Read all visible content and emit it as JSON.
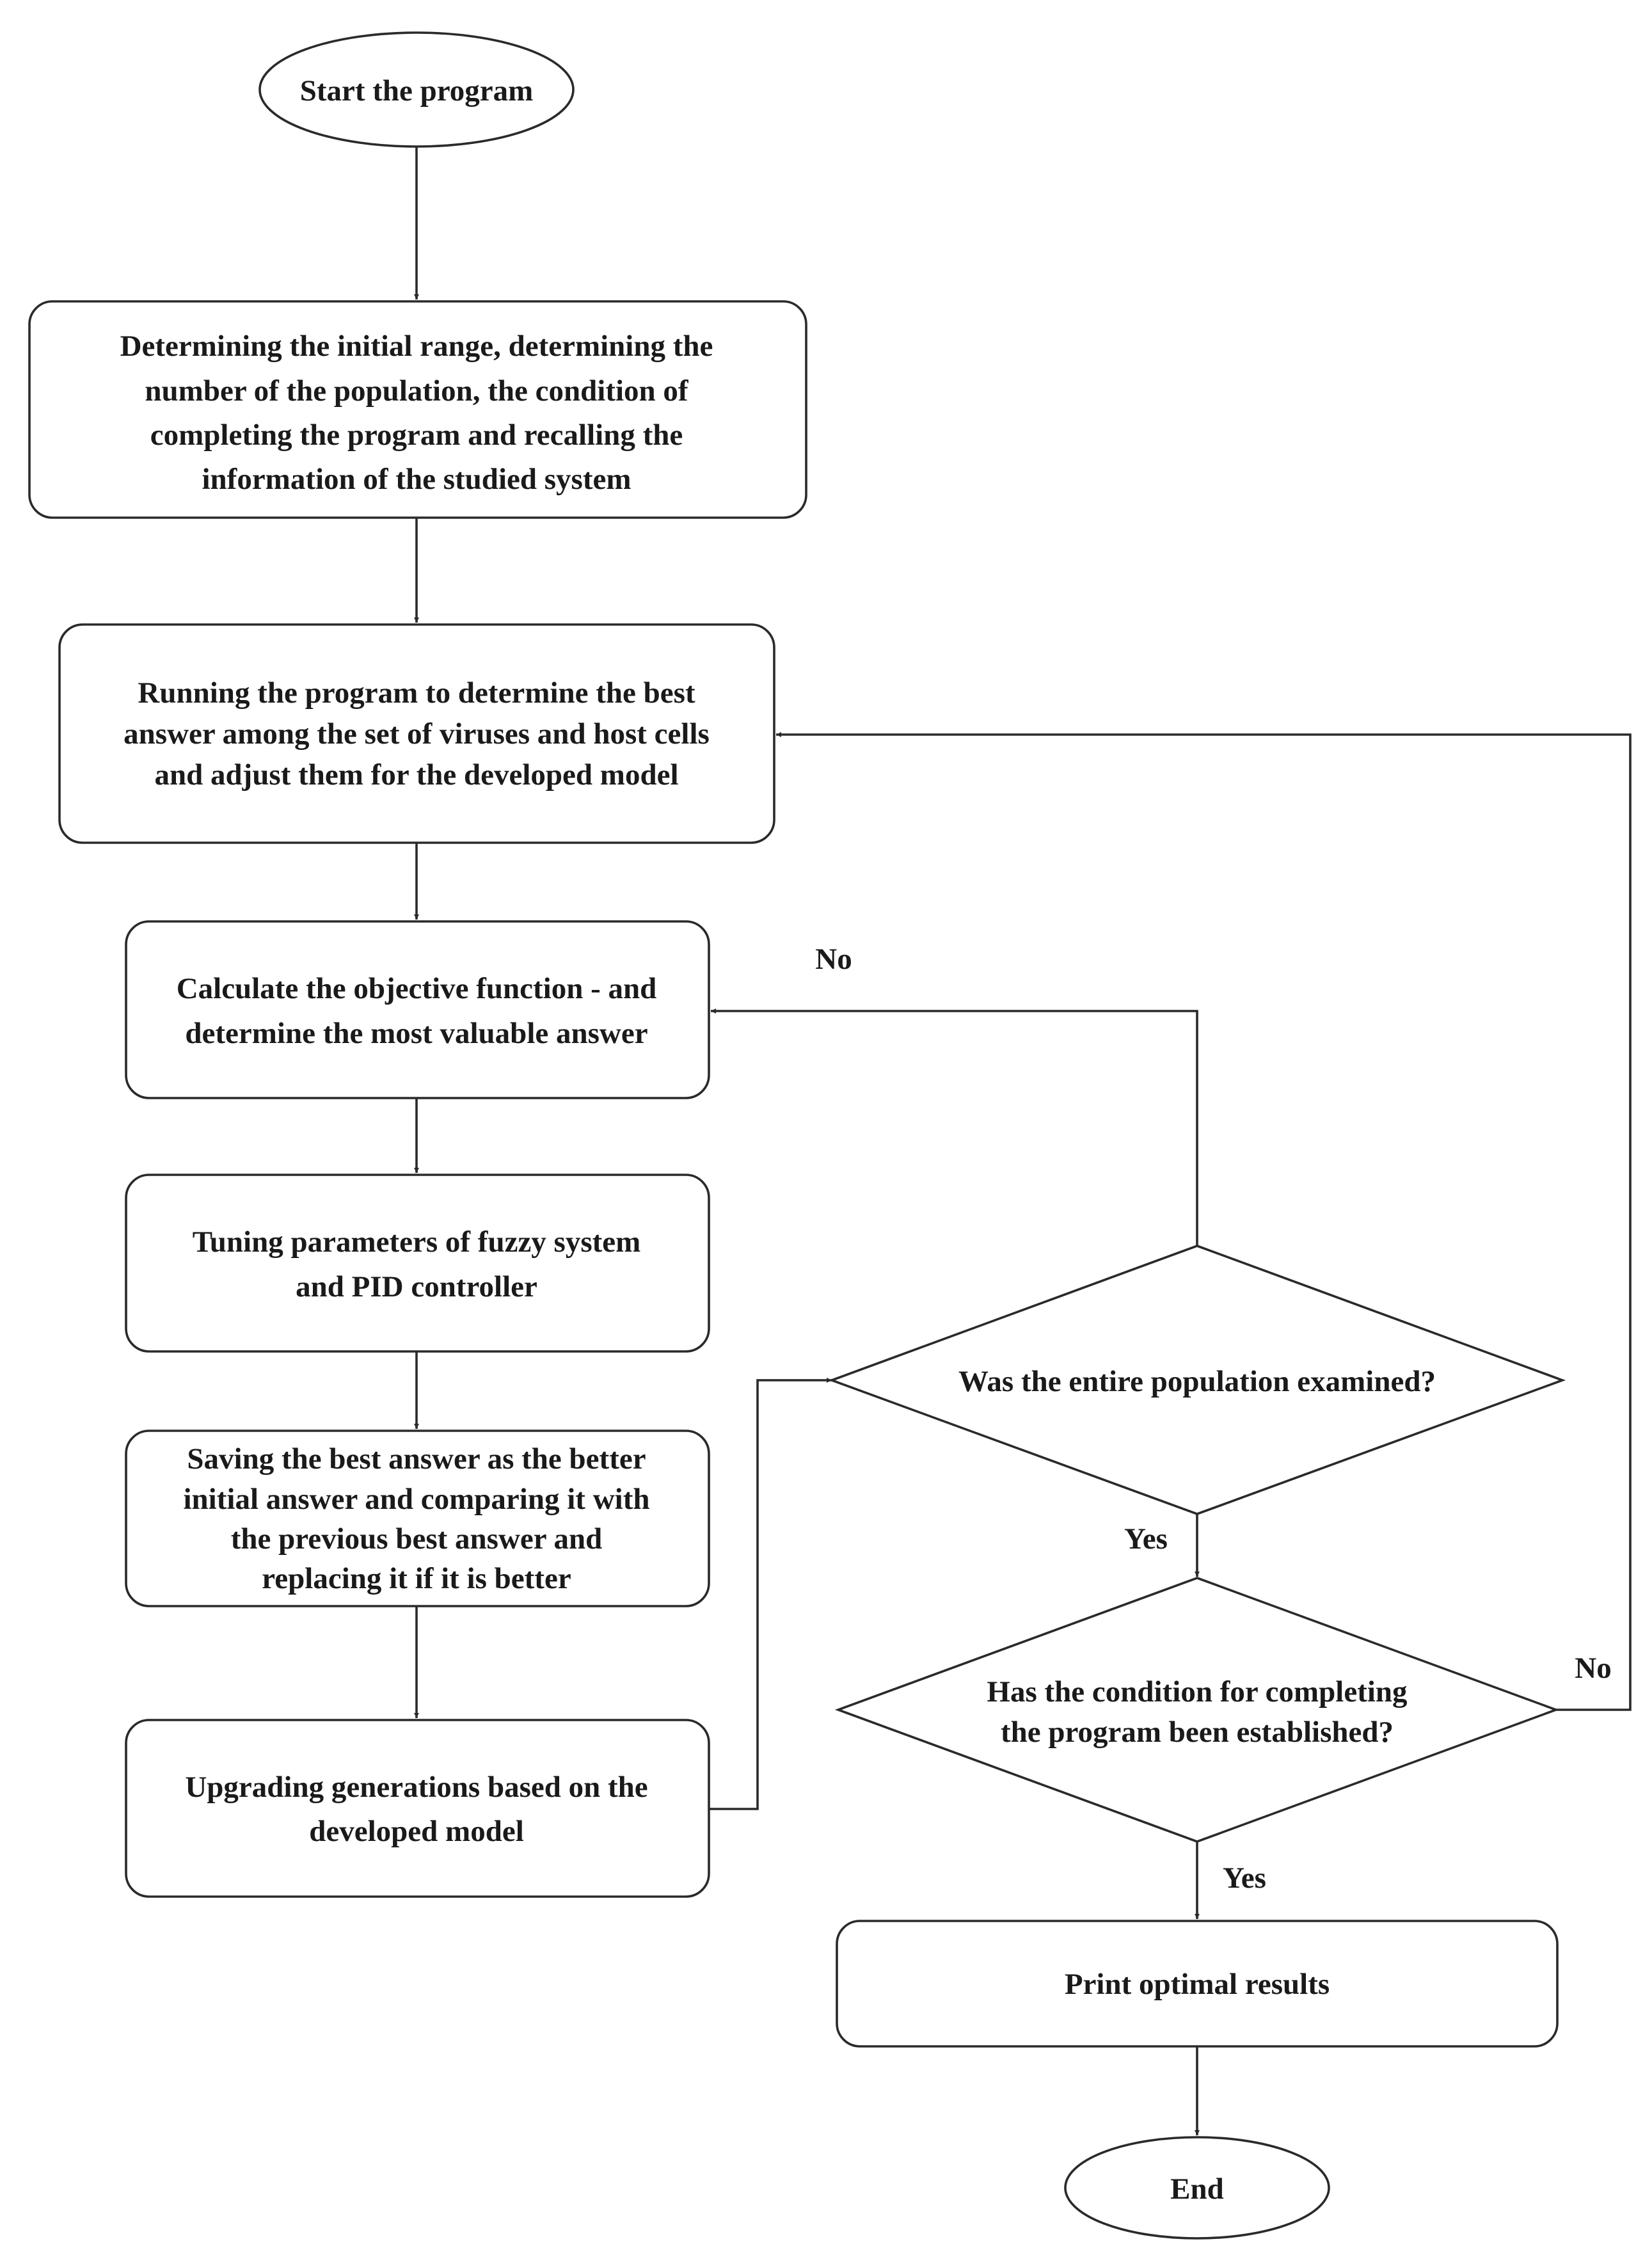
{
  "nodes": {
    "start": {
      "shape": "ellipse",
      "lines": [
        "Start the program"
      ]
    },
    "init": {
      "shape": "rounded-rect",
      "lines": [
        "Determining the initial range, determining the",
        "number of the population, the condition of",
        "completing the program and recalling the",
        "information of the studied system"
      ]
    },
    "run": {
      "shape": "rounded-rect",
      "lines": [
        "Running the program to determine the best",
        "answer among the set of viruses and host cells",
        "and adjust them for the developed model"
      ]
    },
    "calc": {
      "shape": "rounded-rect",
      "lines": [
        "Calculate the objective function - and",
        "determine the most valuable answer"
      ]
    },
    "tune": {
      "shape": "rounded-rect",
      "lines": [
        "Tuning parameters of fuzzy system",
        "and PID controller"
      ]
    },
    "save": {
      "shape": "rounded-rect",
      "lines": [
        "Saving the best answer as the better",
        "initial answer and comparing it with",
        "the previous best answer and",
        "replacing it if it is better"
      ]
    },
    "upgrade": {
      "shape": "rounded-rect",
      "lines": [
        "Upgrading generations based on the",
        "developed model"
      ]
    },
    "decision_population": {
      "shape": "diamond",
      "lines": [
        "Was the entire population examined?"
      ]
    },
    "decision_complete": {
      "shape": "diamond",
      "lines": [
        "Has the condition for completing",
        "the program been established?"
      ]
    },
    "print": {
      "shape": "rounded-rect",
      "lines": [
        "Print optimal results"
      ]
    },
    "end": {
      "shape": "ellipse",
      "lines": [
        "End"
      ]
    }
  },
  "edges": [
    {
      "from": "start",
      "to": "init",
      "label": ""
    },
    {
      "from": "init",
      "to": "run",
      "label": ""
    },
    {
      "from": "run",
      "to": "calc",
      "label": ""
    },
    {
      "from": "calc",
      "to": "tune",
      "label": ""
    },
    {
      "from": "tune",
      "to": "save",
      "label": ""
    },
    {
      "from": "save",
      "to": "upgrade",
      "label": ""
    },
    {
      "from": "upgrade",
      "to": "decision_population",
      "label": ""
    },
    {
      "from": "decision_population",
      "to": "calc",
      "label": "No"
    },
    {
      "from": "decision_population",
      "to": "decision_complete",
      "label": "Yes"
    },
    {
      "from": "decision_complete",
      "to": "run",
      "label": "No"
    },
    {
      "from": "decision_complete",
      "to": "print",
      "label": "Yes"
    },
    {
      "from": "print",
      "to": "end",
      "label": ""
    }
  ]
}
